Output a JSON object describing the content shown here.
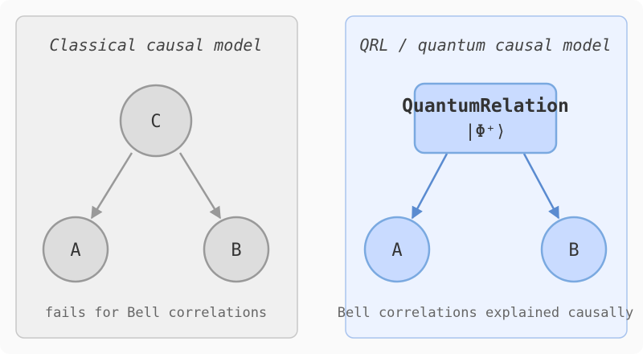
{
  "left_panel": {
    "title": "Classical causal model",
    "nodes": {
      "c": "C",
      "a": "A",
      "b": "B"
    },
    "caption": "fails for Bell correlations"
  },
  "right_panel": {
    "title": "QRL / quantum causal model",
    "relation": {
      "name": "QuantumRelation",
      "state": "|Φ⁺⟩"
    },
    "nodes": {
      "a": "A",
      "b": "B"
    },
    "caption": "Bell correlations explained causally"
  },
  "colors": {
    "classical_fill": "#dddddd",
    "classical_stroke": "#999999",
    "quantum_fill": "#c9dbff",
    "quantum_stroke": "#7aa9e0",
    "quantum_arrow": "#5a8bd0"
  }
}
